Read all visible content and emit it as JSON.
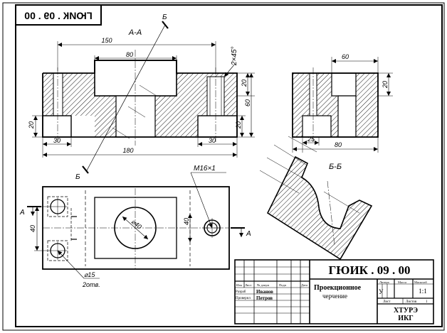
{
  "header": {
    "code_mirrored": "ГЮИК . 09 . 00"
  },
  "front_view": {
    "section_title": "А-А",
    "cut_label_top": "Б",
    "cut_label_bottom": "Б",
    "dim_150": "150",
    "dim_80_top": "80",
    "dim_chamfer": "2×45°",
    "dim_20_right": "20",
    "dim_60": "60",
    "dim_20_bot_right": "20",
    "dim_20_left": "20",
    "dim_30_left": "30",
    "dim_30_right": "30",
    "dim_180": "180"
  },
  "side_view": {
    "dim_60": "60",
    "dim_20": "20",
    "dim_25": "25",
    "dim_80": "80"
  },
  "section_bb": {
    "title": "Б-Б"
  },
  "top_view": {
    "thread_label": "M16×1",
    "section_arrow_left": "А",
    "section_arrow_right": "А",
    "dim_40_left": "40",
    "dim_40_right": "40",
    "dia_center": "⌀40",
    "hole_dia": "⌀15",
    "hole_count": "2отв."
  },
  "title_block": {
    "code": "ГЮИК . 09 . 00",
    "title_line1": "Проекционное",
    "title_line2": "черчение",
    "col_izm": "Изм",
    "col_list": "Лист",
    "col_doc": "№ докум",
    "col_sign": "Подп",
    "col_date": "Дата",
    "row_razrab": "Разраб",
    "row_prover": "Проверил",
    "name_1": "Иванов",
    "name_2": "Петров",
    "hdr_litera": "Литера",
    "hdr_massa": "Масса",
    "hdr_masshtab": "Масштаб",
    "litera_value": "У",
    "scale_value": "1:1",
    "sheet_label": "Лист",
    "sheets_label": "Листов",
    "sheets_value": "1",
    "org_line1": "ХТУРЭ",
    "org_line2": "ИКГ"
  }
}
